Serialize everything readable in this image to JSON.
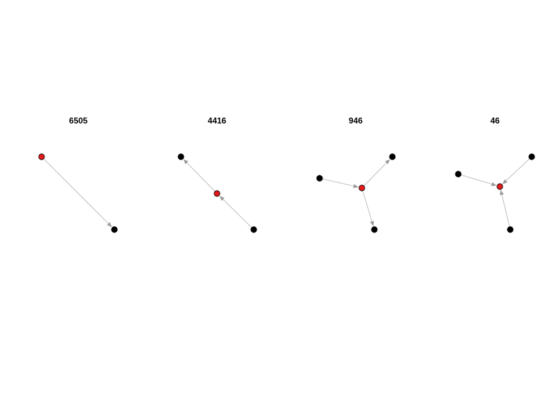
{
  "motifs": [
    {
      "title": "6505",
      "nodes": [
        {
          "id": "a",
          "highlight": true
        },
        {
          "id": "b",
          "highlight": false
        }
      ],
      "edges": [
        {
          "from": "a",
          "to": "b"
        }
      ]
    },
    {
      "title": "4416",
      "nodes": [
        {
          "id": "a",
          "highlight": false
        },
        {
          "id": "c",
          "highlight": true
        },
        {
          "id": "b",
          "highlight": false
        }
      ],
      "edges": [
        {
          "from": "b",
          "to": "c"
        },
        {
          "from": "c",
          "to": "a"
        }
      ]
    },
    {
      "title": "946",
      "nodes": [
        {
          "id": "l",
          "highlight": false
        },
        {
          "id": "c",
          "highlight": true
        },
        {
          "id": "tr",
          "highlight": false
        },
        {
          "id": "b",
          "highlight": false
        }
      ],
      "edges": [
        {
          "from": "l",
          "to": "c"
        },
        {
          "from": "c",
          "to": "tr"
        },
        {
          "from": "c",
          "to": "b"
        }
      ]
    },
    {
      "title": "46",
      "nodes": [
        {
          "id": "l",
          "highlight": false
        },
        {
          "id": "c",
          "highlight": true
        },
        {
          "id": "tr",
          "highlight": false
        },
        {
          "id": "b",
          "highlight": false
        }
      ],
      "edges": [
        {
          "from": "l",
          "to": "c"
        },
        {
          "from": "tr",
          "to": "c"
        },
        {
          "from": "b",
          "to": "c"
        }
      ]
    }
  ],
  "colors": {
    "highlight_node": "#e31a1c",
    "node": "#000000",
    "edge": "#bdbdbd"
  }
}
